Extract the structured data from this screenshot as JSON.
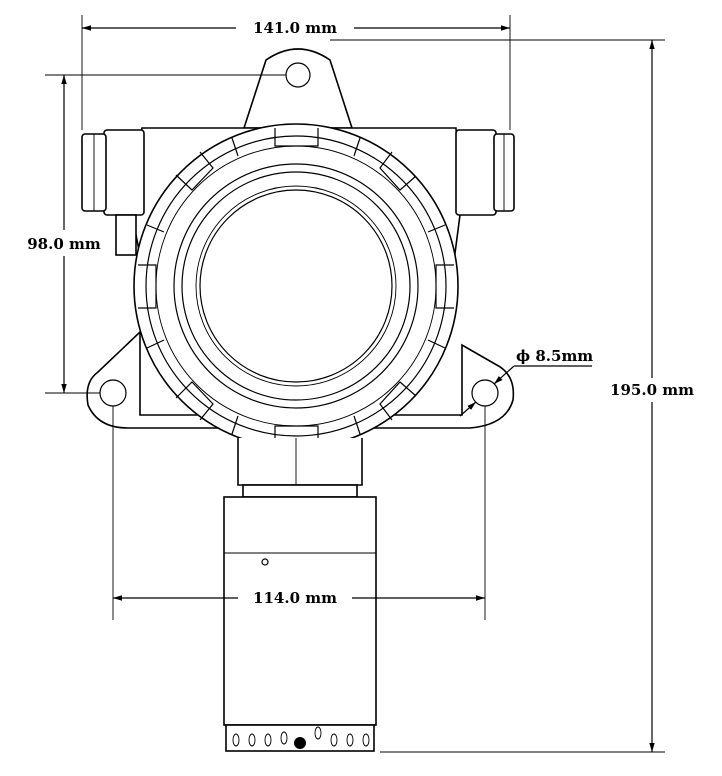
{
  "dimensions": {
    "overall_width": "141.0 mm",
    "mount_height": "98.0 mm",
    "hole_diameter": "ϕ 8.5mm",
    "overall_height": "195.0 mm",
    "hole_spacing": "114.0 mm"
  }
}
